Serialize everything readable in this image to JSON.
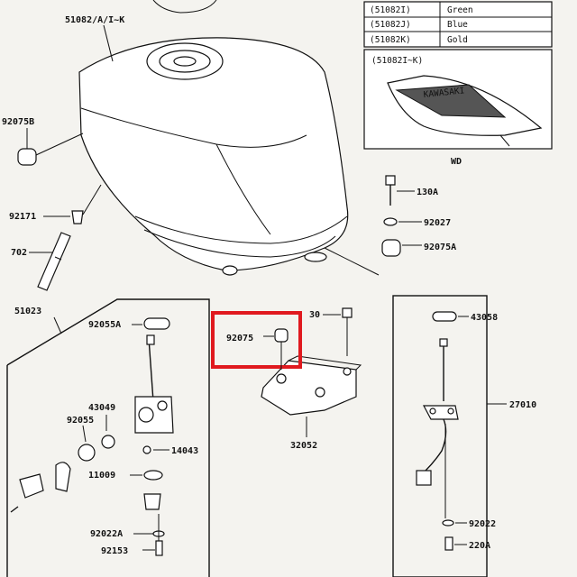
{
  "color_table": [
    {
      "code": "(51082I)",
      "color": "Green"
    },
    {
      "code": "(51082J)",
      "color": "Blue"
    },
    {
      "code": "(51082K)",
      "color": "Gold"
    }
  ],
  "inset": {
    "title": "(51082I~K)",
    "footer": "WD",
    "decal_text": "KAWASAKI"
  },
  "labels": {
    "tank": "51082/A/I~K",
    "cap_cushion": "92075B",
    "clip": "92171",
    "hose": "702",
    "fuel_cock_group": "51023",
    "cock_gasket": "92055A",
    "lever": "43049",
    "o_ring": "92055",
    "screw_cock": "14043",
    "filter": "11009",
    "washer": "92022A",
    "drain_bolt": "92153",
    "bolt_130a": "130A",
    "collar": "92027",
    "damper": "92075A",
    "bolt_30": "30",
    "highlighted_part": "92075",
    "bracket": "32052",
    "gasket_sender": "43058",
    "fuel_gauge": "27010",
    "washer_b": "92022",
    "bolt_220a": "220A"
  },
  "highlight_color": "#e0191f"
}
